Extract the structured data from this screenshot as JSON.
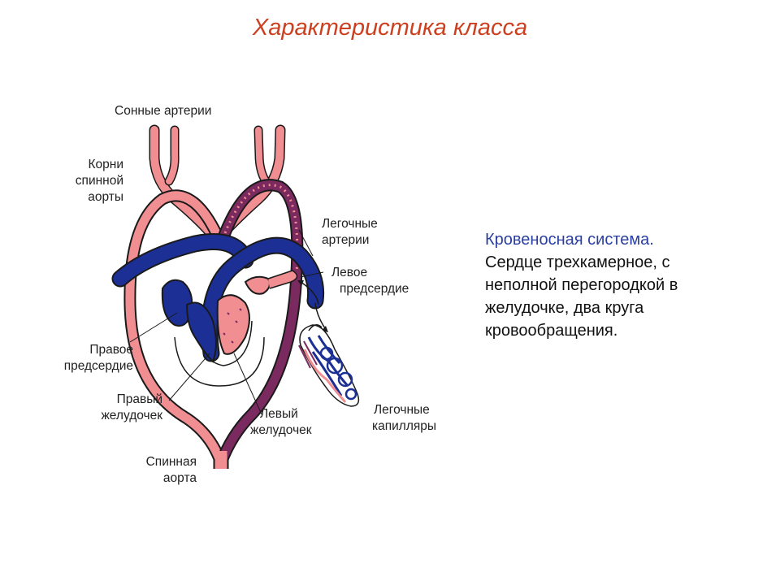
{
  "title": "Характеристика класса",
  "labels": {
    "carotid": "Сонные артерии",
    "aortic_roots": [
      "Корни",
      "спинной",
      "аорты"
    ],
    "pulmonary_arteries": [
      "Легочные",
      "артерии"
    ],
    "left_atrium": [
      "Левое",
      "предсердие"
    ],
    "right_atrium": [
      "Правое",
      "предсердие"
    ],
    "right_ventricle": [
      "Правый",
      "желудочек"
    ],
    "left_ventricle": [
      "Левый",
      "желудочек"
    ],
    "pulmonary_capillaries": [
      "Легочные",
      "капилляры"
    ],
    "dorsal_aorta": [
      "Спинная",
      "аорта"
    ]
  },
  "text": {
    "heading": "Кровеносная система.",
    "lines": [
      "Сердце трехкамерное, с",
      "неполной перегородкой в",
      "желудочке, два круга",
      "кровообращения."
    ]
  },
  "colors": {
    "title": "#cc3f1f",
    "heading": "#2a3fa0",
    "artery_fill": "#f08e92",
    "vein_fill": "#1b2f95",
    "mixed_fill": "#7b2a5f",
    "outline": "#1a1a1a"
  }
}
